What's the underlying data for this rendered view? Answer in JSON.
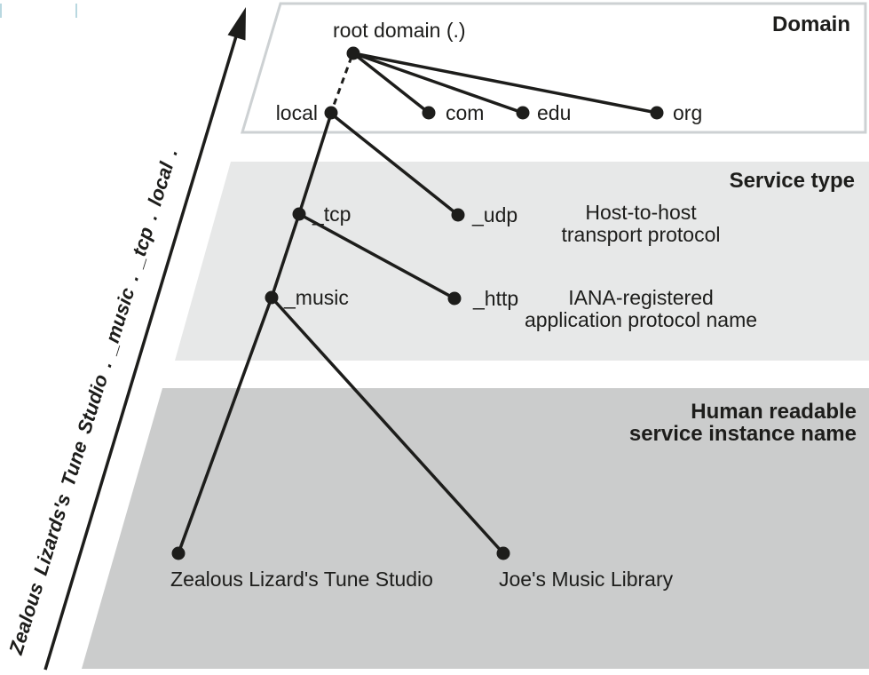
{
  "colors": {
    "ink": "#1d1d1b",
    "band_domain_fill": "#ffffff",
    "band_domain_border": "#cdd1d3",
    "band_service_fill": "#e7e8e8",
    "band_instance_fill": "#cbcccc",
    "calibration_tick": "#b9d8e0"
  },
  "band_titles": {
    "domain": "Domain",
    "service_type": "Service type",
    "instance_line1": "Human readable",
    "instance_line2": "service instance name"
  },
  "nodes": {
    "root": {
      "label": "root domain (.)"
    },
    "local": {
      "label": "local"
    },
    "com": {
      "label": "com"
    },
    "edu": {
      "label": "edu"
    },
    "org": {
      "label": "org"
    },
    "tcp": {
      "label": "_tcp"
    },
    "udp": {
      "label": "_udp"
    },
    "music": {
      "label": "_music"
    },
    "http": {
      "label": "_http"
    },
    "zealous": {
      "label": "Zealous Lizard's Tune Studio"
    },
    "joes": {
      "label": "Joe's Music Library"
    }
  },
  "annotations": {
    "transport_line1": "Host-to-host",
    "transport_line2": "transport protocol",
    "application_line1": "IANA-registered",
    "application_line2": "application protocol name"
  },
  "arrow_label": "Zealous Lizards's Tune Studio . _music . _tcp . local ."
}
